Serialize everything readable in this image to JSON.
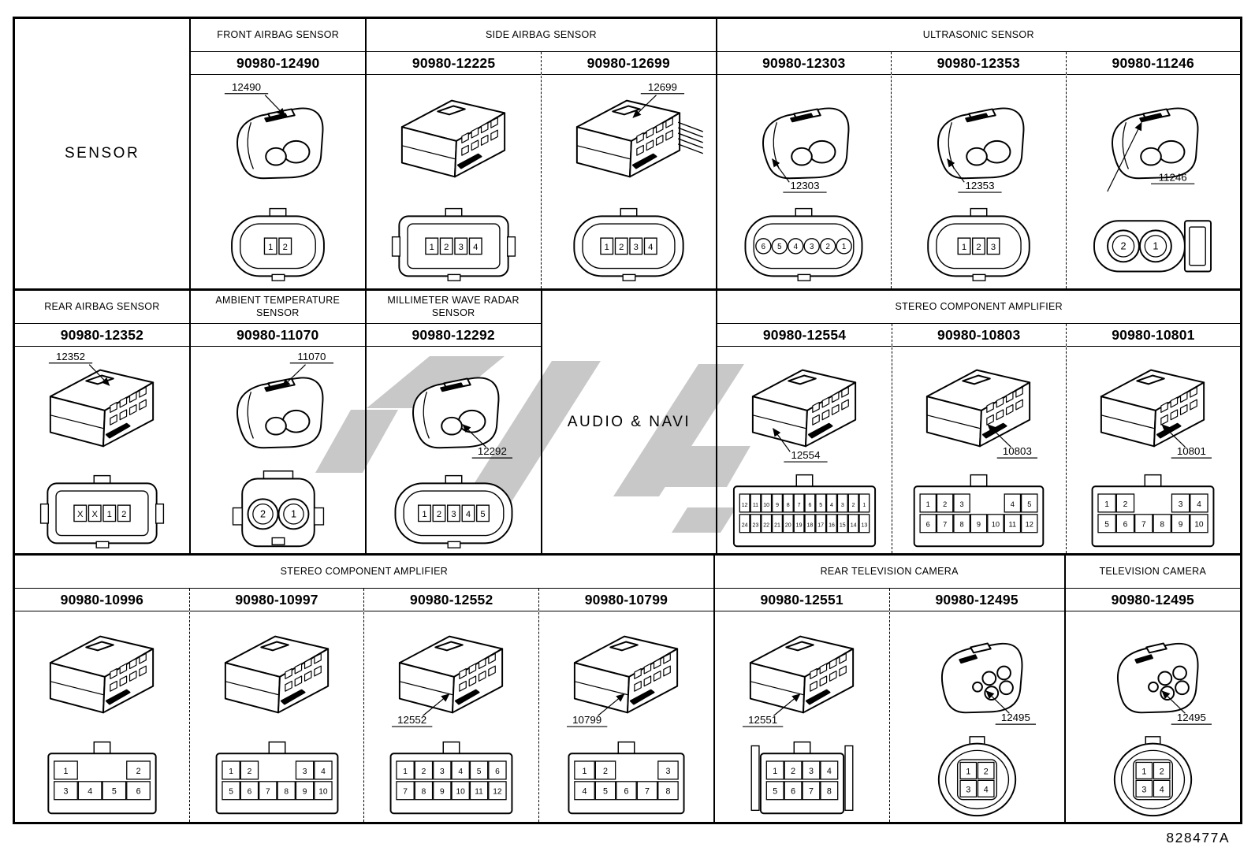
{
  "figure_code": "828477A",
  "watermark_color": "#c8c8c8",
  "line_color": "#000000",
  "table": {
    "row_groups": [
      {
        "items": [
          {
            "side_label": "SENSOR"
          },
          {
            "title": "FRONT AIRBAG SENSOR",
            "cells": [
              {
                "part_number": "90980-12490",
                "callout": "12490",
                "callout_pos": "top-left",
                "iso": "sensor",
                "front": {
                  "type": "row",
                  "outer": "oval",
                  "pin_shape": "square",
                  "pins": [
                    "1",
                    "2"
                  ]
                }
              }
            ]
          },
          {
            "title": "SIDE AIRBAG SENSOR",
            "cells": [
              {
                "part_number": "90980-12225",
                "iso": "box",
                "front": {
                  "type": "row",
                  "outer": "rect",
                  "pin_shape": "square",
                  "pins": [
                    "1",
                    "2",
                    "3",
                    "4"
                  ]
                }
              },
              {
                "part_number": "90980-12699",
                "callout": "12699",
                "callout_pos": "top-right",
                "iso": "box-wires",
                "front": {
                  "type": "row",
                  "outer": "oval",
                  "pin_shape": "square",
                  "pins": [
                    "1",
                    "2",
                    "3",
                    "4"
                  ]
                }
              }
            ]
          },
          {
            "title": "ULTRASONIC SENSOR",
            "cells": [
              {
                "part_number": "90980-12303",
                "callout": "12303",
                "callout_pos": "bottom",
                "iso": "sensor",
                "front": {
                  "type": "row",
                  "outer": "oval",
                  "pin_shape": "circle",
                  "pins": [
                    "6",
                    "5",
                    "4",
                    "3",
                    "2",
                    "1"
                  ]
                }
              },
              {
                "part_number": "90980-12353",
                "callout": "12353",
                "callout_pos": "bottom",
                "iso": "sensor",
                "front": {
                  "type": "row",
                  "outer": "oval",
                  "pin_shape": "square",
                  "pins": [
                    "1",
                    "2",
                    "3"
                  ]
                }
              },
              {
                "part_number": "90980-11246",
                "callout": "11246",
                "callout_pos": "left-long",
                "iso": "sensor",
                "front": {
                  "type": "circles",
                  "variant": "latch-right",
                  "pins": [
                    "2",
                    "1"
                  ]
                }
              }
            ]
          }
        ]
      },
      {
        "items": [
          {
            "title": "REAR AIRBAG SENSOR",
            "cells": [
              {
                "part_number": "90980-12352",
                "callout": "12352",
                "callout_pos": "top-left",
                "iso": "box",
                "front": {
                  "type": "row",
                  "outer": "rect",
                  "pin_shape": "square",
                  "pins": [
                    "X",
                    "X",
                    "1",
                    "2"
                  ]
                }
              }
            ]
          },
          {
            "title": "AMBIENT TEMPERATURE SENSOR",
            "cells": [
              {
                "part_number": "90980-11070",
                "callout": "11070",
                "callout_pos": "top-right",
                "iso": "sensor",
                "front": {
                  "type": "circles",
                  "variant": "tall",
                  "pins": [
                    "2",
                    "1"
                  ]
                }
              }
            ]
          },
          {
            "title": "MILLIMETER WAVE RADAR SENSOR",
            "cells": [
              {
                "part_number": "90980-12292",
                "callout": "12292",
                "callout_pos": "bottom-right",
                "iso": "sensor",
                "front": {
                  "type": "row",
                  "outer": "oval",
                  "pin_shape": "square",
                  "pins": [
                    "1",
                    "2",
                    "3",
                    "4",
                    "5"
                  ]
                }
              }
            ]
          },
          {
            "side_label": "AUDIO & NAVI"
          },
          {
            "title": "STEREO COMPONENT AMPLIFIER",
            "cells": [
              {
                "part_number": "90980-12554",
                "callout": "12554",
                "callout_pos": "bottom",
                "iso": "box",
                "front": {
                  "type": "grid",
                  "rows": [
                    [
                      "12",
                      "11",
                      "10",
                      "9",
                      "8",
                      "7",
                      "6",
                      "5",
                      "4",
                      "3",
                      "2",
                      "1"
                    ],
                    [
                      "24",
                      "23",
                      "22",
                      "21",
                      "20",
                      "19",
                      "18",
                      "17",
                      "16",
                      "15",
                      "14",
                      "13"
                    ]
                  ]
                }
              },
              {
                "part_number": "90980-10803",
                "callout": "10803",
                "callout_pos": "bottom-right",
                "iso": "box",
                "front": {
                  "type": "grid",
                  "rows": [
                    [
                      "1",
                      "2",
                      "3",
                      "",
                      "",
                      "4",
                      "5"
                    ],
                    [
                      "6",
                      "7",
                      "8",
                      "9",
                      "10",
                      "11",
                      "12"
                    ]
                  ]
                }
              },
              {
                "part_number": "90980-10801",
                "callout": "10801",
                "callout_pos": "bottom-right",
                "iso": "box",
                "front": {
                  "type": "grid",
                  "rows": [
                    [
                      "1",
                      "2",
                      "",
                      "",
                      "3",
                      "4"
                    ],
                    [
                      "5",
                      "6",
                      "7",
                      "8",
                      "9",
                      "10"
                    ]
                  ]
                }
              }
            ]
          }
        ]
      },
      {
        "items": [
          {
            "title": "STEREO COMPONENT AMPLIFIER",
            "cells": [
              {
                "part_number": "90980-10996",
                "iso": "box",
                "front": {
                  "type": "grid",
                  "rows": [
                    [
                      "1",
                      "",
                      "",
                      "2"
                    ],
                    [
                      "3",
                      "4",
                      "5",
                      "6"
                    ]
                  ]
                }
              },
              {
                "part_number": "90980-10997",
                "iso": "box",
                "front": {
                  "type": "grid",
                  "rows": [
                    [
                      "1",
                      "2",
                      "",
                      "",
                      "3",
                      "4"
                    ],
                    [
                      "5",
                      "6",
                      "7",
                      "8",
                      "9",
                      "10"
                    ]
                  ]
                }
              },
              {
                "part_number": "90980-12552",
                "callout": "12552",
                "callout_pos": "bottom-left",
                "iso": "box",
                "front": {
                  "type": "grid",
                  "rows": [
                    [
                      "1",
                      "2",
                      "3",
                      "4",
                      "5",
                      "6"
                    ],
                    [
                      "7",
                      "8",
                      "9",
                      "10",
                      "11",
                      "12"
                    ]
                  ]
                }
              },
              {
                "part_number": "90980-10799",
                "callout": "10799",
                "callout_pos": "bottom-left",
                "iso": "box",
                "front": {
                  "type": "grid",
                  "rows": [
                    [
                      "1",
                      "2",
                      "",
                      "",
                      "3"
                    ],
                    [
                      "4",
                      "5",
                      "6",
                      "7",
                      "8"
                    ]
                  ]
                }
              }
            ]
          },
          {
            "title": "REAR TELEVISION CAMERA",
            "cells": [
              {
                "part_number": "90980-12551",
                "callout": "12551",
                "callout_pos": "bottom-left",
                "iso": "box",
                "front": {
                  "type": "grid",
                  "narrow": true,
                  "rows": [
                    [
                      "1",
                      "2",
                      "3",
                      "4"
                    ],
                    [
                      "5",
                      "6",
                      "7",
                      "8"
                    ]
                  ]
                }
              },
              {
                "part_number": "90980-12495",
                "callout": "12495",
                "callout_pos": "bottom-right",
                "iso": "cam",
                "front": {
                  "type": "oval-grid",
                  "rows": [
                    [
                      "1",
                      "2"
                    ],
                    [
                      "3",
                      "4"
                    ]
                  ]
                }
              }
            ]
          },
          {
            "title": "TELEVISION CAMERA",
            "cells": [
              {
                "part_number": "90980-12495",
                "callout": "12495",
                "callout_pos": "bottom-right",
                "iso": "cam",
                "front": {
                  "type": "oval-grid",
                  "rows": [
                    [
                      "1",
                      "2"
                    ],
                    [
                      "3",
                      "4"
                    ]
                  ]
                }
              }
            ]
          }
        ]
      }
    ]
  }
}
